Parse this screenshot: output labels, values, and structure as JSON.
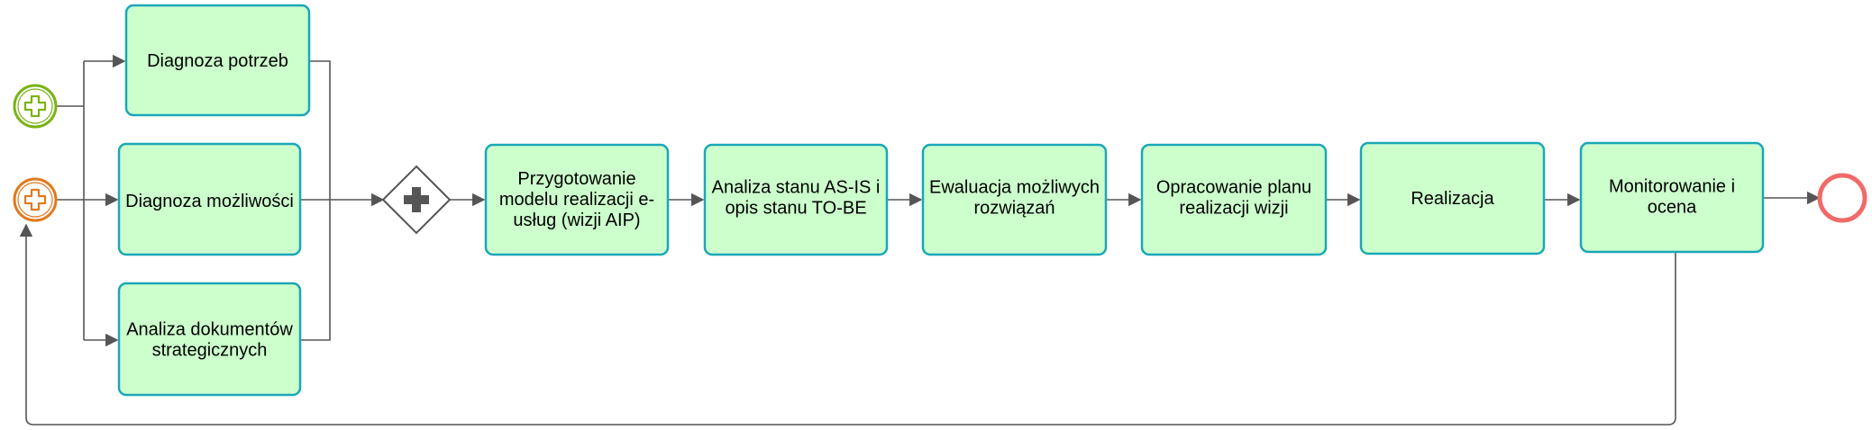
{
  "diagram": {
    "start_events": [
      {
        "id": "start-1",
        "icon": "plus-icon",
        "color": "#7ab317"
      },
      {
        "id": "start-2",
        "icon": "plus-icon",
        "color": "#e07a1f"
      }
    ],
    "tasks": [
      {
        "id": "diagnoza-potrzeb",
        "lines": [
          "Diagnoza potrzeb"
        ]
      },
      {
        "id": "diagnoza-mozliwosci",
        "lines": [
          "Diagnoza możliwości"
        ]
      },
      {
        "id": "analiza-dokumentow",
        "lines": [
          "Analiza dokumentów",
          "strategicznych"
        ]
      },
      {
        "id": "przygotowanie-modelu",
        "lines": [
          "Przygotowanie",
          "modelu realizacji e-",
          "usług (wizji AIP)"
        ]
      },
      {
        "id": "analiza-stanu",
        "lines": [
          "Analiza stanu AS-IS i",
          "opis stanu TO-BE"
        ]
      },
      {
        "id": "ewaluacja",
        "lines": [
          "Ewaluacja możliwych",
          "rozwiązań"
        ]
      },
      {
        "id": "opracowanie-planu",
        "lines": [
          "Opracowanie planu",
          "realizacji wizji"
        ]
      },
      {
        "id": "realizacja",
        "lines": [
          "Realizacja"
        ]
      },
      {
        "id": "monitorowanie",
        "lines": [
          "Monitorowanie i",
          "ocena"
        ]
      }
    ],
    "gateway": {
      "type": "parallel",
      "icon": "plus-icon"
    },
    "end_event": {
      "color": "#f06a6a"
    },
    "colors": {
      "task_fill": "#ccffcc",
      "task_border": "#1aa7b8",
      "flow": "#555555"
    }
  }
}
